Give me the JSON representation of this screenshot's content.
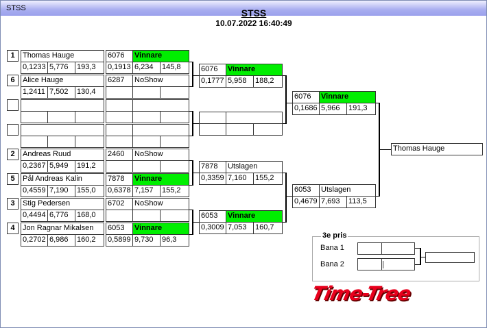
{
  "window": {
    "title": "STSS"
  },
  "header": {
    "title": "STSS",
    "datetime": "10.07.2022 16:40:49"
  },
  "round1": [
    {
      "seed": "1",
      "name": "Thomas Hauge",
      "stats": [
        "0,1233",
        "5,776",
        "193,3"
      ]
    },
    {
      "seed": "6",
      "name": "Alice Hauge",
      "stats": [
        "1,2411",
        "7,502",
        "130,4"
      ]
    },
    {
      "seed": "",
      "name": "",
      "stats": [
        "",
        "",
        ""
      ]
    },
    {
      "seed": "",
      "name": "",
      "stats": [
        "",
        "",
        ""
      ]
    },
    {
      "seed": "2",
      "name": "Andreas Ruud",
      "stats": [
        "0,2367",
        "5,949",
        "191,2"
      ]
    },
    {
      "seed": "5",
      "name": "Pål Andreas Kalin",
      "stats": [
        "0,4559",
        "7,190",
        "155,0"
      ]
    },
    {
      "seed": "3",
      "name": "Stig Pedersen",
      "stats": [
        "0,4494",
        "6,776",
        "168,0"
      ]
    },
    {
      "seed": "4",
      "name": "Jon Ragnar Mikalsen",
      "stats": [
        "0,2702",
        "6,986",
        "160,2"
      ]
    }
  ],
  "round2": [
    {
      "id": "6076",
      "result": "Vinnare",
      "win": true,
      "stats": [
        "0,1913",
        "6,234",
        "145,8"
      ]
    },
    {
      "id": "6287",
      "result": "NoShow",
      "win": false,
      "stats": [
        "",
        "",
        ""
      ]
    },
    {
      "id": "",
      "result": "",
      "win": false,
      "stats": [
        "",
        "",
        ""
      ]
    },
    {
      "id": "",
      "result": "",
      "win": false,
      "stats": [
        "",
        "",
        ""
      ]
    },
    {
      "id": "2460",
      "result": "NoShow",
      "win": false,
      "stats": [
        "",
        "",
        ""
      ]
    },
    {
      "id": "7878",
      "result": "Vinnare",
      "win": true,
      "stats": [
        "0,6378",
        "7,157",
        "155,2"
      ]
    },
    {
      "id": "6702",
      "result": "NoShow",
      "win": false,
      "stats": [
        "",
        "",
        ""
      ]
    },
    {
      "id": "6053",
      "result": "Vinnare",
      "win": true,
      "stats": [
        "0,5899",
        "9,730",
        "96,3"
      ]
    }
  ],
  "round3": [
    {
      "id": "6076",
      "result": "Vinnare",
      "win": true,
      "stats": [
        "0,1777",
        "5,958",
        "188,2"
      ]
    },
    {
      "id": "",
      "result": "",
      "win": false,
      "stats": [
        "",
        "",
        ""
      ]
    },
    {
      "id": "7878",
      "result": "Utslagen",
      "win": false,
      "stats": [
        "0,3359",
        "7,160",
        "155,2"
      ]
    },
    {
      "id": "6053",
      "result": "Vinnare",
      "win": true,
      "stats": [
        "0,3009",
        "7,053",
        "160,7"
      ]
    }
  ],
  "round4": [
    {
      "id": "6076",
      "result": "Vinnare",
      "win": true,
      "stats": [
        "0,1686",
        "5,966",
        "191,3"
      ]
    },
    {
      "id": "6053",
      "result": "Utslagen",
      "win": false,
      "stats": [
        "0,4679",
        "7,693",
        "113,5"
      ]
    }
  ],
  "final": {
    "winner": "Thomas Hauge"
  },
  "third_prize": {
    "title": "3e pris",
    "lane1": "Bana 1",
    "lane2": "Bana 2"
  },
  "logo": {
    "text": "Time-Tree"
  }
}
